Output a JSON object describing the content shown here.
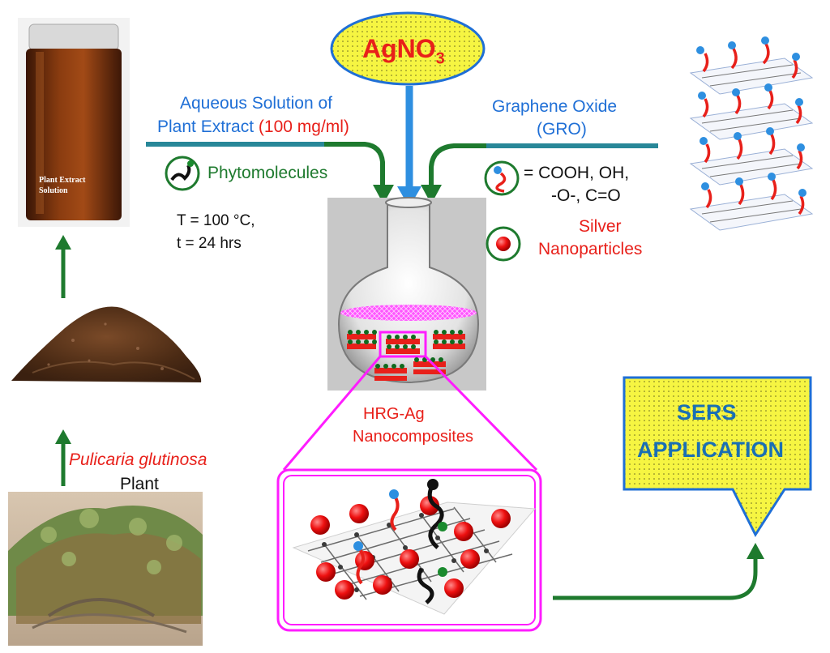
{
  "reagent": {
    "formula_main": "AgNO",
    "formula_sub": "3"
  },
  "plant_extract": {
    "line1": "Aqueous Solution of",
    "line2": "Plant Extract",
    "concentration": "(100 mg/ml)",
    "jar_label_line1": "Plant Extract",
    "jar_label_line2": "Solution"
  },
  "legend_left": {
    "phytomolecules": "Phytomolecules"
  },
  "conditions": {
    "temperature": "T = 100 °C,",
    "time": "t = 24 hrs"
  },
  "graphene_oxide": {
    "line1": "Graphene Oxide",
    "line2": "(GRO)"
  },
  "legend_right": {
    "groups_line1": "= COOH, OH,",
    "groups_line2": "-O-, C=O",
    "silver_line1": "Silver",
    "silver_line2": "Nanoparticles"
  },
  "product": {
    "line1": "HRG-Ag",
    "line2": "Nanocomposites"
  },
  "application": {
    "line1": "SERS",
    "line2": "APPLICATION"
  },
  "plant": {
    "species": "Pulicaria glutinosa",
    "word": "Plant"
  },
  "colors": {
    "green_arrow": "#1e7a2e",
    "blue_arrow": "#2e8fe0",
    "red_text": "#e8201a",
    "blue_text": "#1f6fd6",
    "magenta": "#ff1cff",
    "yellow": "#f7f542"
  }
}
